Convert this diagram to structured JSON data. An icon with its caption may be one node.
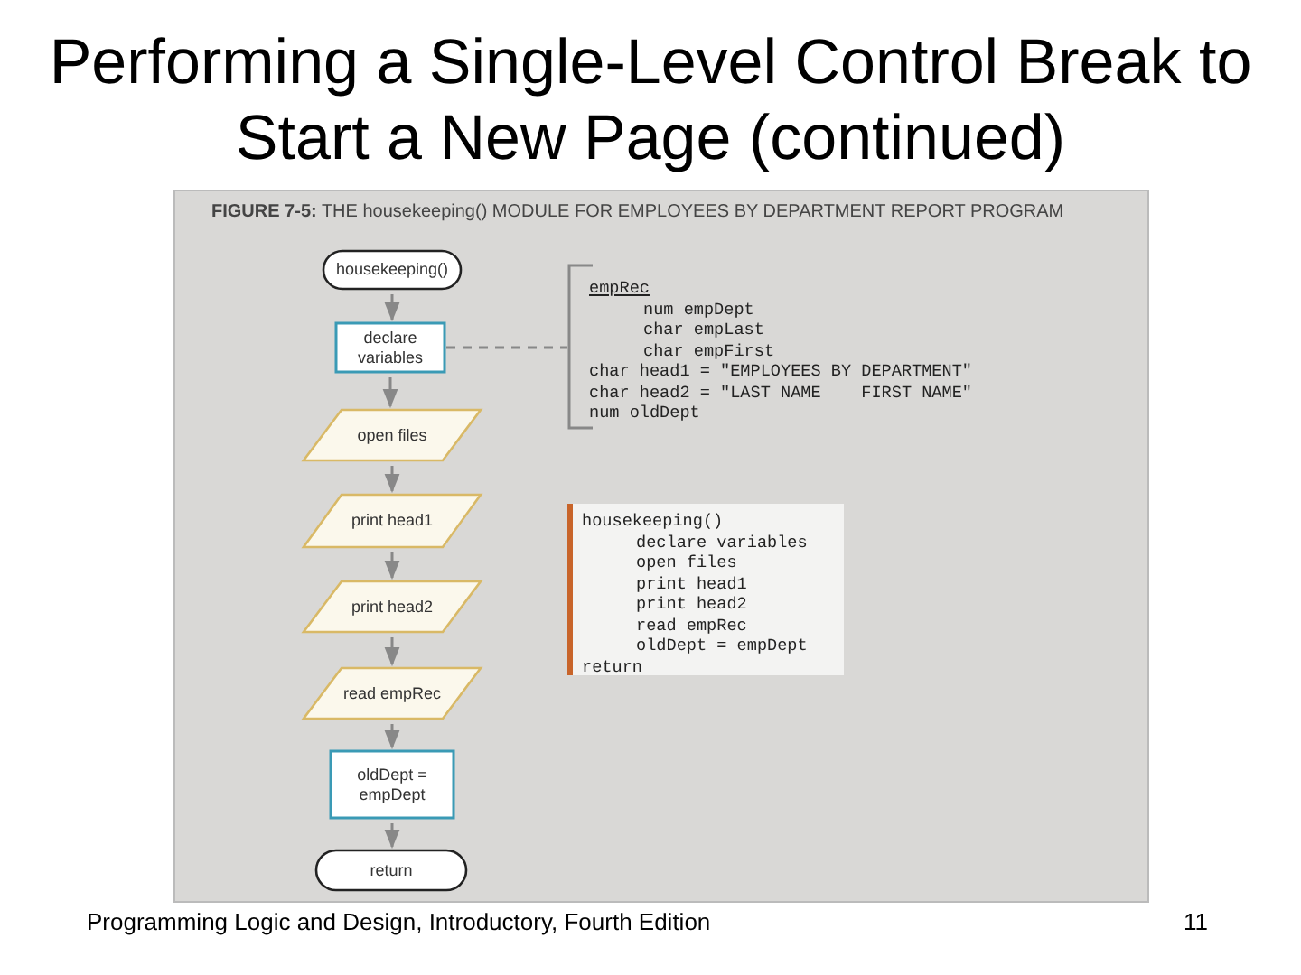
{
  "diagram": {
    "title": "Performing a Single-Level Control Break to Start  a New Page (continued)",
    "nodes": [
      {
        "text": [
          "housekeeping()"
        ]
      },
      {
        "text": [
          "declare variables"
        ]
      },
      {
        "text": [
          "open files"
        ]
      },
      {
        "text": [
          "print head1"
        ]
      },
      {
        "text": [
          "print head2"
        ]
      },
      {
        "text": [
          "read empRec"
        ]
      },
      {
        "text": [
          "oldDept = empDept"
        ]
      },
      {
        "text": [
          "return"
        ]
      },
      {
        "text": [
          "empRec",
          "num empDept",
          "char empLast",
          "char empFirst",
          "char head1 = \"EMPLOYEES BY DEPARTMENT\"",
          "char head2 = \"LAST NAME    FIRST NAME\"",
          "num oldDept"
        ]
      },
      {
        "text": [
          "housekeeping()",
          "declare variables",
          "open files",
          "print head1",
          "print head2",
          "read empRec",
          "oldDept = empDept",
          "return"
        ]
      }
    ],
    "edges": [
      {
        "from": 0,
        "to": 1,
        "arrow": "to"
      },
      {
        "from": 1,
        "to": 2,
        "arrow": "to"
      },
      {
        "from": 2,
        "to": 3,
        "arrow": "to"
      },
      {
        "from": 3,
        "to": 4,
        "arrow": "to"
      },
      {
        "from": 4,
        "to": 5,
        "arrow": "to"
      },
      {
        "from": 5,
        "to": 6,
        "arrow": "to"
      },
      {
        "from": 6,
        "to": 7,
        "arrow": "to"
      },
      {
        "from": 1,
        "to": 8,
        "arrow": "none",
        "style": "dashed"
      }
    ],
    "labels": [
      "**FIGURE 7-5:** THE housekeeping() MODULE FOR EMPLOYEES BY DEPARTMENT REPORT PROGRAM",
      "Programming Logic and Design, Introductory, Fourth Edition",
      "11"
    ]
  }
}
